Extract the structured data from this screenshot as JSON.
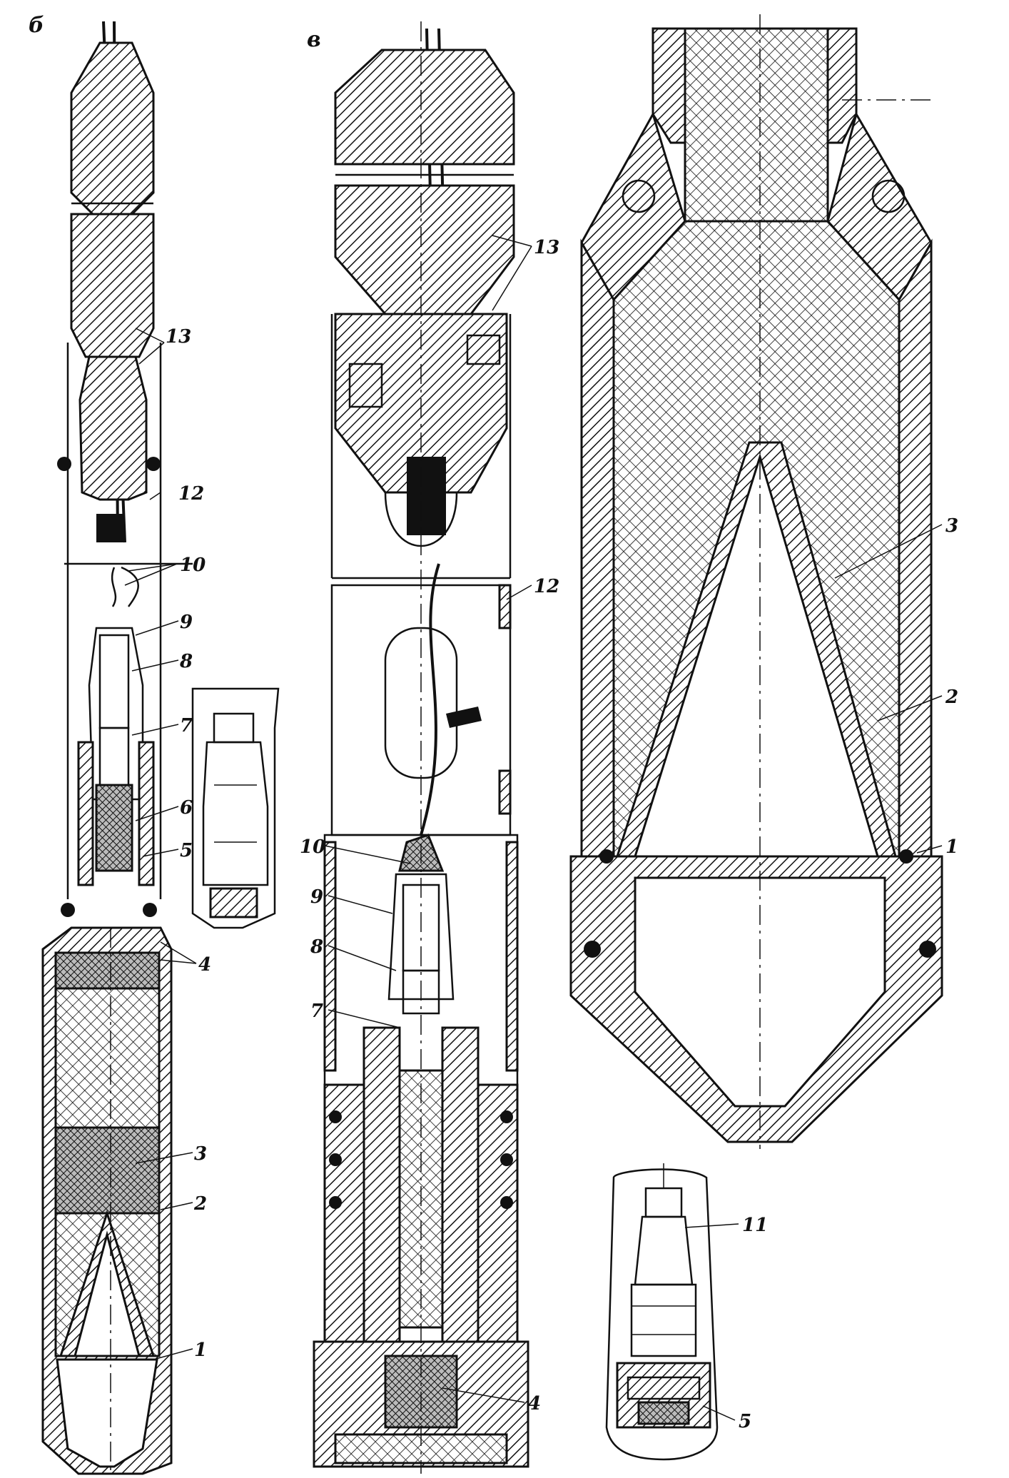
{
  "figure": {
    "view_labels": [
      "б",
      "в"
    ],
    "callouts": {
      "n1": "1",
      "n2": "2",
      "n3": "3",
      "n4": "4",
      "n5": "5",
      "n6": "6",
      "n7": "7",
      "n8": "8",
      "n9": "9",
      "n10": "10",
      "n11": "11",
      "n12": "12",
      "n13": "13"
    }
  }
}
